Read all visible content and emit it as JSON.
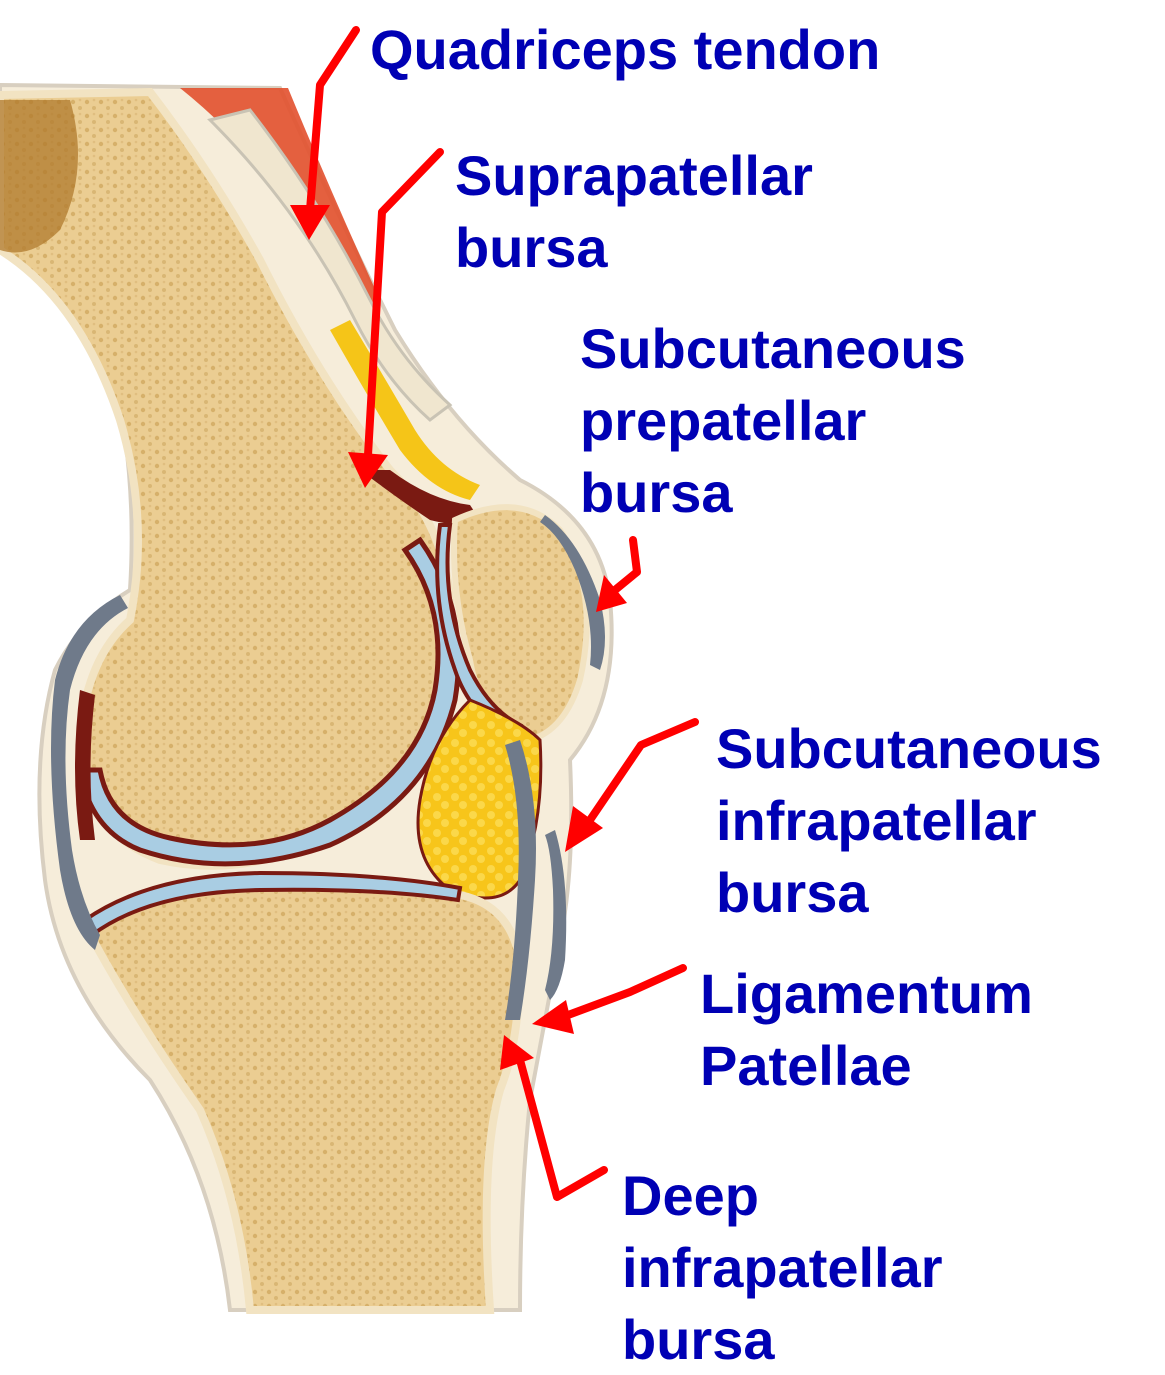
{
  "labels": {
    "quadriceps_tendon": [
      "Quadriceps tendon"
    ],
    "suprapatellar_bursa": [
      "Suprapatellar",
      "bursa"
    ],
    "subcutaneous_prepatellar_bursa": [
      "Subcutaneous",
      "prepatellar",
      "bursa"
    ],
    "subcutaneous_infrapatellar_bursa": [
      "Subcutaneous",
      "infrapatellar",
      "bursa"
    ],
    "ligamentum_patellae": [
      "Ligamentum",
      "Patellae"
    ],
    "deep_infrapatellar_bursa": [
      "Deep",
      "infrapatellar",
      "bursa"
    ]
  },
  "colors": {
    "label_text": "#0000b4",
    "arrow": "#ff0000",
    "bone": "#e9c98c",
    "bone_speckle": "#c9a45e",
    "marrow": "#b07a2c",
    "cartilage": "#a9cde3",
    "fat_pad": "#f5c518",
    "synovium": "#7a1a12",
    "muscle": "#e2502e",
    "capsule": "#6f7a8a"
  }
}
